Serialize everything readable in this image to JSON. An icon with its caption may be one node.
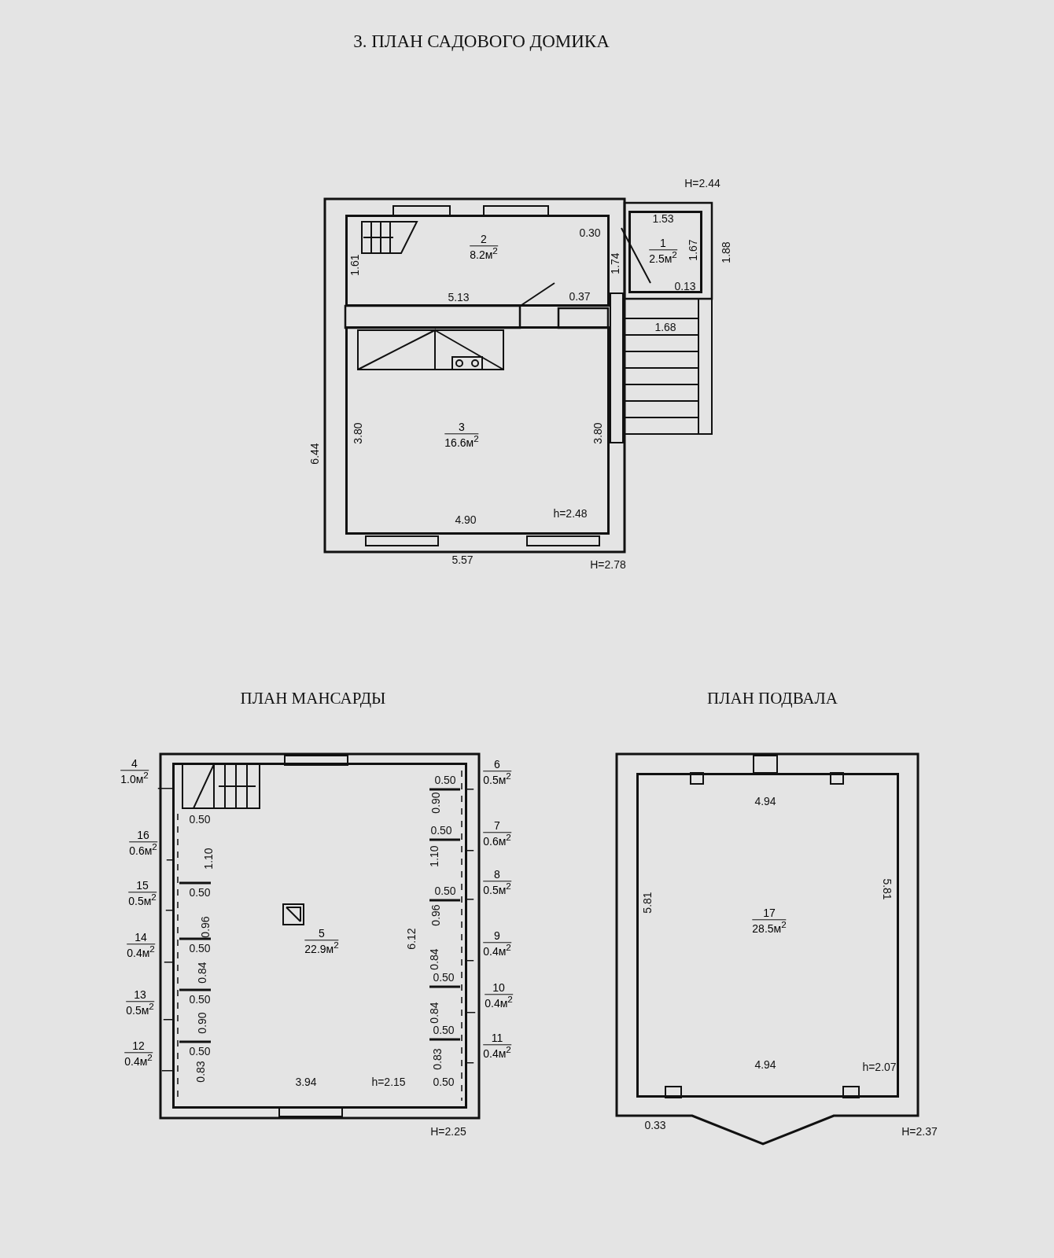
{
  "diagram": {
    "title": "3. ПЛАН САДОВОГО ДОМИКА",
    "nodes": [
      {
        "text": [
          "1",
          "2.5м$^{2}$"
        ]
      },
      {
        "text": [
          "2",
          "8.2м$^{2}$"
        ]
      },
      {
        "text": [
          "3",
          "16.6м$^{2}$"
        ]
      },
      {
        "text": [
          "5",
          "22.9м$^{2}$"
        ]
      },
      {
        "text": [
          "17",
          "28.5м$^{2}$"
        ]
      },
      {
        "text": [
          "4",
          "1.0м$^{2}$"
        ]
      },
      {
        "text": [
          "6",
          "0.5м$^{2}$"
        ]
      },
      {
        "text": [
          "16",
          "0.6м$^{2}$"
        ]
      },
      {
        "text": [
          "7",
          "0.6м$^{2}$"
        ]
      },
      {
        "text": [
          "15",
          "0.5м$^{2}$"
        ]
      },
      {
        "text": [
          "8",
          "0.5м$^{2}$"
        ]
      },
      {
        "text": [
          "14",
          "0.4м$^{2}$"
        ]
      },
      {
        "text": [
          "9",
          "0.4м$^{2}$"
        ]
      },
      {
        "text": [
          "13",
          "0.5м$^{2}$"
        ]
      },
      {
        "text": [
          "10",
          "0.4м$^{2}$"
        ]
      },
      {
        "text": [
          "12",
          "0.4м$^{2}$"
        ]
      },
      {
        "text": [
          "11",
          "0.4м$^{2}$"
        ]
      }
    ],
    "edges": [
      {
        "from": 5,
        "to": 3,
        "arrow": "none"
      },
      {
        "from": 6,
        "to": 3,
        "arrow": "none"
      },
      {
        "from": 7,
        "to": 3,
        "arrow": "none"
      },
      {
        "from": 8,
        "to": 3,
        "arrow": "none"
      },
      {
        "from": 9,
        "to": 3,
        "arrow": "none"
      },
      {
        "from": 10,
        "to": 3,
        "arrow": "none"
      },
      {
        "from": 11,
        "to": 3,
        "arrow": "none"
      },
      {
        "from": 12,
        "to": 3,
        "arrow": "none"
      },
      {
        "from": 13,
        "to": 3,
        "arrow": "none"
      },
      {
        "from": 14,
        "to": 3,
        "arrow": "none"
      },
      {
        "from": 15,
        "to": 3,
        "arrow": "none"
      },
      {
        "from": 16,
        "to": 3,
        "arrow": "none"
      }
    ],
    "labels": [
      "H=2.44",
      "1.53",
      "0.30",
      "1.61",
      "1.74",
      "1.67",
      "1.88",
      "5.13",
      "0.37",
      "0.13",
      "1.68",
      "6.44",
      "3.80",
      "3.80",
      "4.90",
      "h=2.48",
      "5.57",
      "H=2.78",
      "ПЛАН МАНСАРДЫ",
      "ПЛАН ПОДВАЛА",
      "0.50",
      "1.10",
      "0.50",
      "0.96",
      "0.50",
      "0.84",
      "0.50",
      "0.90",
      "0.50",
      "0.83",
      "0.50",
      "0.90",
      "0.50",
      "1.10",
      "0.50",
      "0.96",
      "6.12",
      "0.84",
      "0.50",
      "0.84",
      "0.50",
      "0.83",
      "3.94",
      "h=2.15",
      "0.50",
      "H=2.25",
      "4.94",
      "5.81",
      "5.81",
      "4.94",
      "h=2.07",
      "0.33",
      "H=2.37"
    ]
  }
}
